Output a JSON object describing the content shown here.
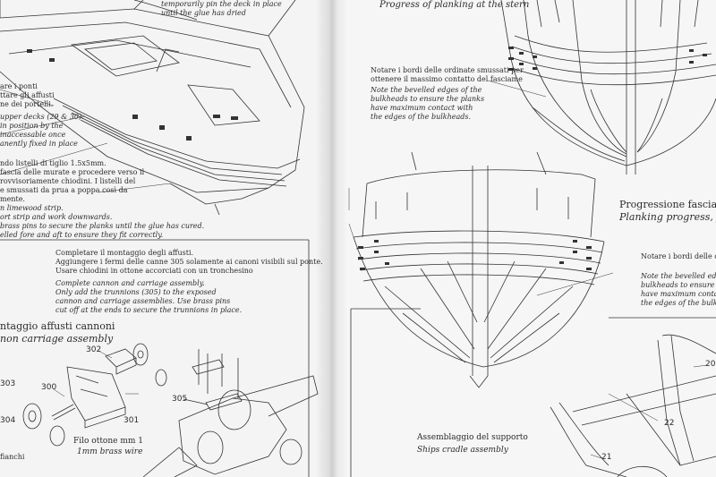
{
  "top_caption": [
    "temporarily pin the deck in place",
    "until the glue has dried"
  ],
  "left_notes_it_top": [
    "are i ponti",
    "ttare gli affusti",
    "ne dei portelli."
  ],
  "left_notes_en_top": [
    "upper decks (29 & 30).",
    "in position by the",
    "inaccessable once",
    "anently fixed in place"
  ],
  "left_para_it": [
    "ndo listelli di tiglio 1.5x5mm.",
    "fascia delle murate e procedere verso il",
    "rovvisoriamente chiodini. I listelli del",
    "e smussati da prua a poppa così da",
    "mente."
  ],
  "left_para_en": [
    "n limewood strip.",
    "ort strip and work downwards.",
    "brass pins to secure the planks until the glue has cured.",
    "elled fore and aft to ensure they fit correctly."
  ],
  "cannon_text_it": [
    "Completare il montaggio degli affusti.",
    "Aggiungere i fermi delle canne 305 solamente ai canoni visibili sul ponte.",
    "Usare chiodini in ottone accorciati con un tronchesino"
  ],
  "cannon_text_en": [
    "Complete cannon and carriage assembly.",
    "Only add the trunnions (305) to the exposed",
    "cannon and carriage assemblies. Use brass pins",
    "cut off at the ends to secure the trunnions in place."
  ],
  "cannon_title_it": "ntaggio affusti cannoni",
  "cannon_title_en": "non carriage assembly",
  "part_numbers": {
    "p302": "302",
    "p300": "300",
    "p303": "303",
    "p301": "301",
    "p304": "304",
    "p305": "305",
    "p22": "22",
    "p21": "21",
    "p20": "20"
  },
  "wire_it": "Filo ottone mm 1",
  "wire_en": "1mm brass wire",
  "fianchi": "fianchi",
  "stern_heading_en": "Progress of planking at the stern",
  "right_note_it_top": [
    "Notare i bordi delle ordinate smussati per",
    "ottenere il massimo contatto del fasciame"
  ],
  "right_note_en_top": [
    "Note the bevelled edges of the",
    "bulkheads to ensure the planks",
    "have maximum contact with",
    "the edges of the bulkheads."
  ],
  "fore_heading_it": "Progressione fasciame di p",
  "fore_heading_en": "Planking progress, fore a",
  "right_note_it_side": [
    "Notare i bordi delle ordinat",
    "bulkheads to ensure the p"
  ],
  "right_note_en_side": [
    "Note the bevelled edges of",
    "have maximum contact w",
    "the edges of the bulkheads"
  ],
  "cradle_title_it": "Assemblaggio del supporto",
  "cradle_title_en": "Ships cradle assembly"
}
